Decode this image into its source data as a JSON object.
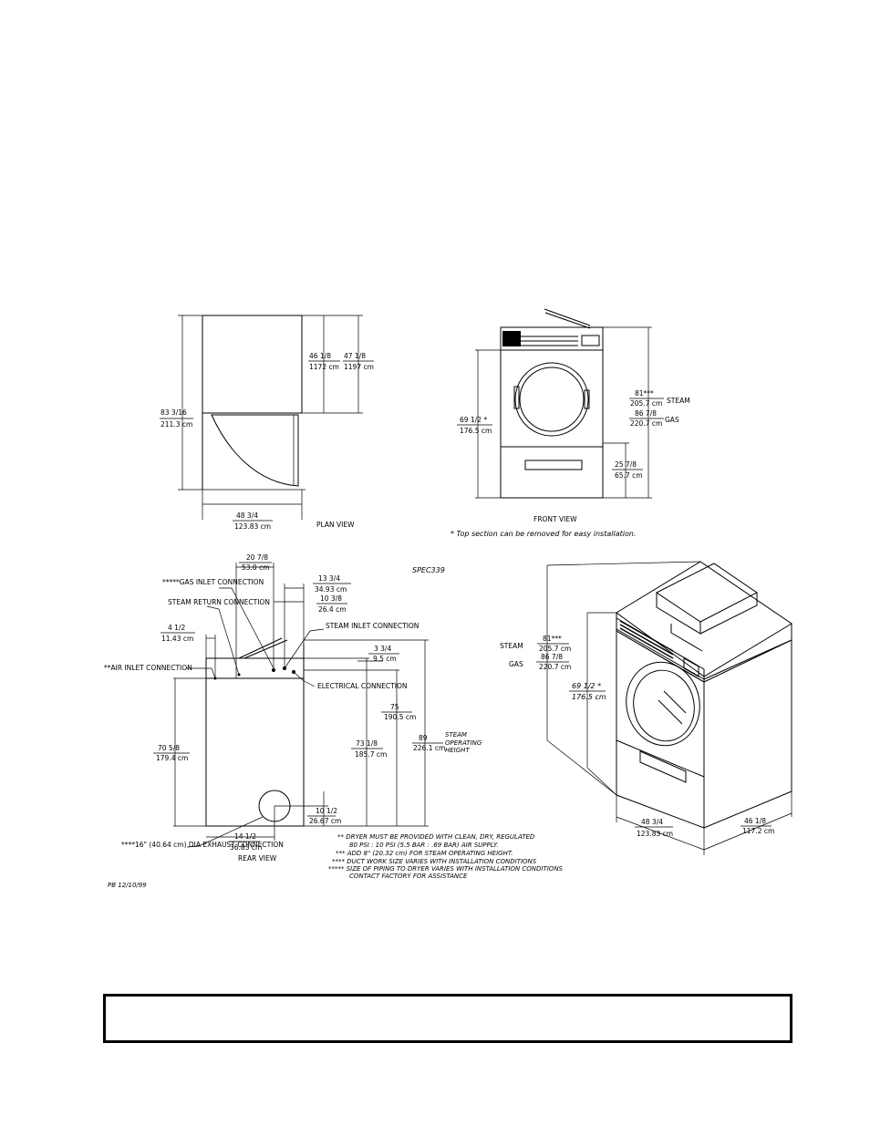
{
  "plan_view": {
    "title": "PLAN VIEW",
    "dims": {
      "depth_closed": {
        "in": "46 1/8",
        "cm": "1172 cm"
      },
      "depth_with_door": {
        "in": "47 1/8",
        "cm": "1197 cm"
      },
      "depth_door_open": {
        "in": "83 3/16",
        "cm": "211.3 cm"
      },
      "width": {
        "in": "48 3/4",
        "cm": "123.83 cm"
      }
    }
  },
  "front_view": {
    "title": "FRONT VIEW",
    "note": "* Top section can be removed for easy installation.",
    "dims": {
      "height": {
        "in": "69 1/2 *",
        "cm": "176.5 cm"
      },
      "steam": {
        "in": "81***",
        "cm": "205.7 cm",
        "label": "STEAM"
      },
      "gas": {
        "in": "86 7/8",
        "cm": "220.7 cm",
        "label": "GAS"
      },
      "door_height": {
        "in": "25 7/8",
        "cm": "65.7 cm"
      }
    }
  },
  "spec_code": "SPEC339",
  "rear_view": {
    "title": "REAR VIEW",
    "labels": {
      "gas_inlet": "*****GAS INLET CONNECTION",
      "steam_return": "STEAM RETURN CONNECTION",
      "steam_inlet": "STEAM INLET CONNECTION",
      "air_inlet": "**AIR INLET CONNECTION",
      "electrical": "ELECTRICAL CONNECTION",
      "exhaust": "****16\" (40.64 cm) DIA EXHAUST CONNECTION",
      "steam_height": "STEAM OPERATING HEIGHT"
    },
    "dims": {
      "d1": {
        "in": "20 7/8",
        "cm": "53.0 cm"
      },
      "d2": {
        "in": "13 3/4",
        "cm": "34.93 cm"
      },
      "d3": {
        "in": "10 3/8",
        "cm": "26.4 cm"
      },
      "d4": {
        "in": "4 1/2",
        "cm": "11.43 cm"
      },
      "d5": {
        "in": "3 3/4",
        "cm": "9.5 cm"
      },
      "d6": {
        "in": "70 5/8",
        "cm": "179.4 cm"
      },
      "d7": {
        "in": "75",
        "cm": "190.5 cm"
      },
      "d8": {
        "in": "73 1/8",
        "cm": "185.7 cm"
      },
      "d9": {
        "in": "89",
        "cm": "226.1 cm"
      },
      "d10": {
        "in": "10 1/2",
        "cm": "26.67 cm"
      },
      "d11": {
        "in": "14 1/2",
        "cm": "36.83 cm"
      }
    }
  },
  "iso_view": {
    "dims": {
      "steam": {
        "in": "81***",
        "cm": "205.7 cm",
        "label": "STEAM"
      },
      "gas": {
        "in": "86 7/8",
        "cm": "220.7 cm",
        "label": "GAS"
      },
      "height": {
        "in": "69 1/2 *",
        "cm": "176.5 cm"
      },
      "width": {
        "in": "48 3/4",
        "cm": "123.83 cm"
      },
      "depth": {
        "in": "46 1/8",
        "cm": "117.2 cm"
      }
    }
  },
  "notes": [
    "** DRYER MUST BE PROVIDED WITH CLEAN, DRY, REGULATED",
    "80 PSI : 10 PSI (5.5 BAR : .69 BAR) AIR SUPPLY.",
    "*** ADD 8\" (20.32 cm) FOR STEAM OPERATING HEIGHT.",
    "**** DUCT WORK SIZE VARIES WITH INSTALLATION CONDITIONS",
    "***** SIZE OF PIPING TO DRYER VARIES WITH INSTALLATION CONDITIONS",
    "CONTACT FACTORY FOR ASSISTANCE"
  ],
  "drawing_id": "PB 12/10/99"
}
